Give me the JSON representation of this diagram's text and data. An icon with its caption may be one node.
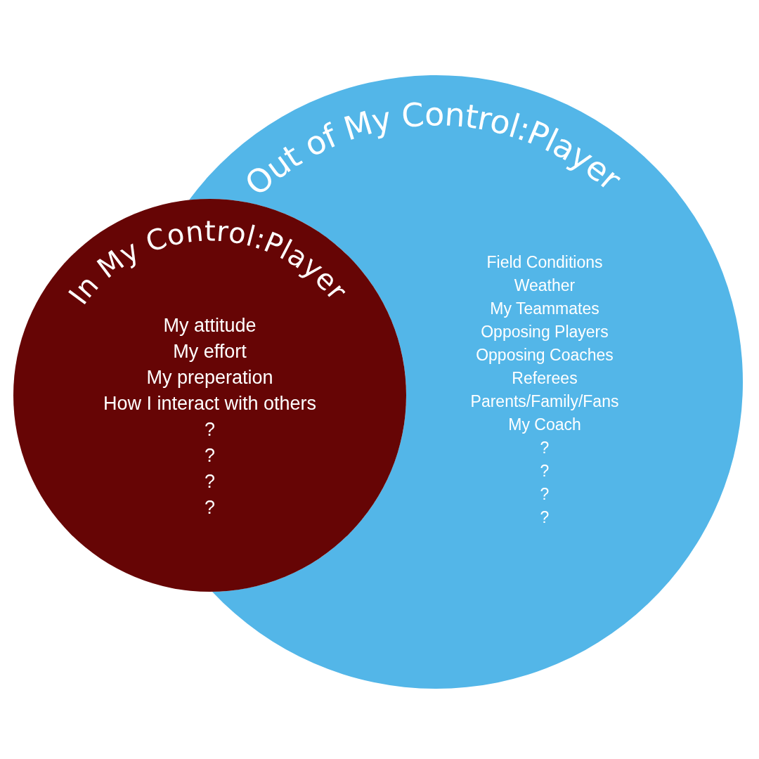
{
  "diagram": {
    "nodes": [
      {
        "text": [
          "In My Control:Player",
          "My attitude",
          "My effort",
          "My preperation",
          "How I interact with others",
          "?",
          "?",
          "?",
          "?"
        ]
      },
      {
        "text": [
          "Out of My Control:Player",
          "Field Conditions",
          "Weather",
          "My Teammates",
          "Opposing Players",
          "Opposing Coaches",
          "Referees",
          "Parents/Family/Fans",
          "My Coach",
          "?",
          "?",
          "?",
          "?"
        ]
      }
    ]
  }
}
